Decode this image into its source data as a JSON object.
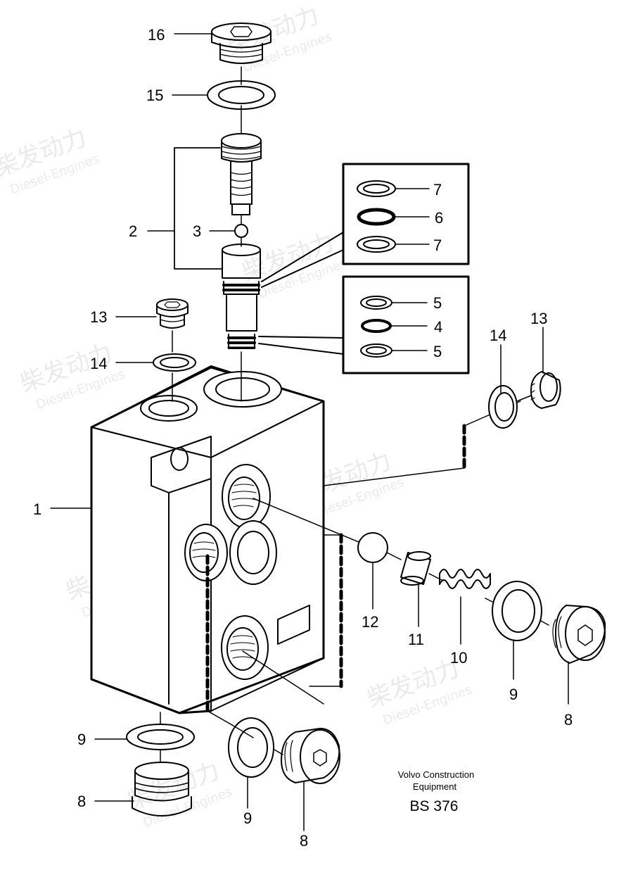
{
  "watermark": {
    "cn": "柴发动力",
    "en": "Diesel-Engines"
  },
  "callouts": {
    "c1": "1",
    "c2": "2",
    "c3": "3",
    "c4": "4",
    "c5a": "5",
    "c5b": "5",
    "c6": "6",
    "c7a": "7",
    "c7b": "7",
    "c8a": "8",
    "c8b": "8",
    "c8c": "8",
    "c9a": "9",
    "c9b": "9",
    "c9c": "9",
    "c10": "10",
    "c11": "11",
    "c12": "12",
    "c13a": "13",
    "c13b": "13",
    "c14a": "14",
    "c14b": "14",
    "c15": "15",
    "c16": "16"
  },
  "caption": {
    "line1": "Volvo Construction",
    "line2": "Equipment",
    "code": "BS 376"
  }
}
